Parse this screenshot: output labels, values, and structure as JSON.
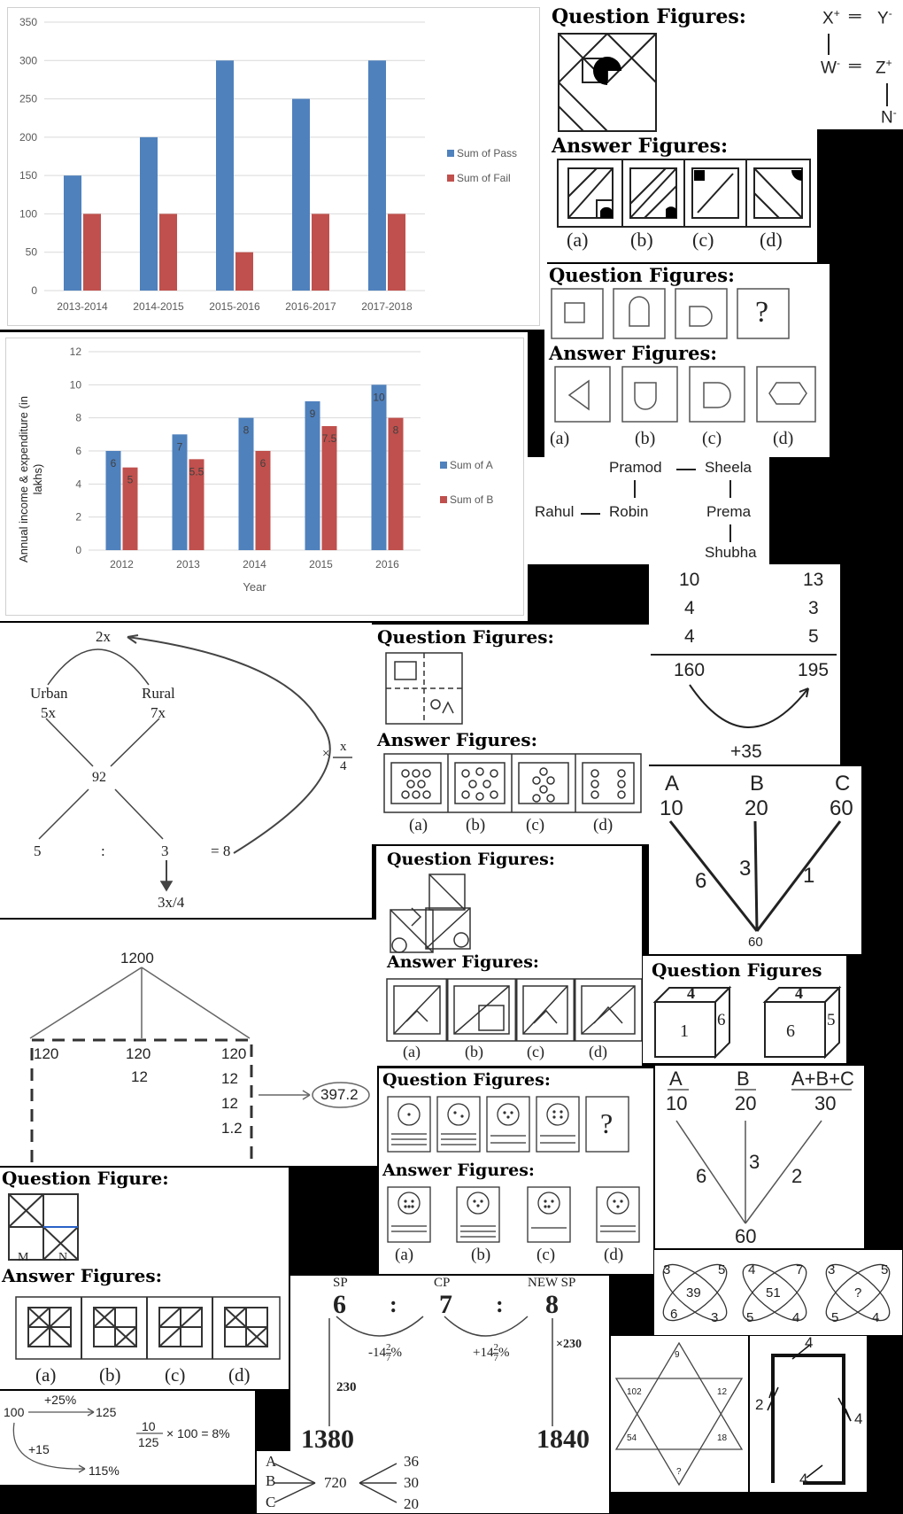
{
  "chart1": {
    "chart_data": {
      "type": "bar",
      "categories": [
        "2013-2014",
        "2014-2015",
        "2015-2016",
        "2016-2017",
        "2017-2018"
      ],
      "series": [
        {
          "name": "Sum of Pass",
          "values": [
            150,
            200,
            300,
            250,
            300
          ],
          "color": "#4f81bd"
        },
        {
          "name": "Sum of Fail",
          "values": [
            100,
            100,
            50,
            100,
            100
          ],
          "color": "#c0504d"
        }
      ],
      "ylim": [
        0,
        350
      ],
      "yticks": [
        "0",
        "50",
        "100",
        "150",
        "200",
        "250",
        "300",
        "350"
      ],
      "legend_position": "right",
      "grid": true
    }
  },
  "chart2": {
    "chart_data": {
      "type": "bar",
      "categories": [
        "2012",
        "2013",
        "2014",
        "2015",
        "2016"
      ],
      "series": [
        {
          "name": "Sum of A",
          "values": [
            6,
            7,
            8,
            9,
            10
          ],
          "labels": [
            "6",
            "7",
            "8",
            "9",
            "10"
          ],
          "color": "#4f81bd"
        },
        {
          "name": "Sum of B",
          "values": [
            5,
            5.5,
            6,
            7.5,
            8
          ],
          "labels": [
            "5",
            "5.5",
            "6",
            "7.5",
            "8"
          ],
          "color": "#c0504d"
        }
      ],
      "ylim": [
        0,
        12
      ],
      "yticks": [
        "0",
        "2",
        "4",
        "6",
        "8",
        "10",
        "12"
      ],
      "xlabel": "Year",
      "ylabel": "Annual income & expenditure (in lakhs)",
      "legend_position": "right",
      "grid": true
    }
  },
  "headings": {
    "question_figures": "Question Figures:",
    "answer_figures": "Answer Figures:",
    "question_figure": "Question Figure:",
    "question_figures_nocolon": "Question Figures",
    "options": [
      "(a)",
      "(b)",
      "(c)",
      "(d)"
    ]
  },
  "relations": {
    "x": "X",
    "y": "Y",
    "w": "W",
    "z": "Z",
    "n": "N",
    "plus": "+",
    "minus": "-",
    "eq": "═"
  },
  "family": {
    "pramod": "Pramod",
    "sheela": "Sheela",
    "rahul": "Rahul",
    "robin": "Robin",
    "prema": "Prema",
    "shubha": "Shubha"
  },
  "ratio_tree": {
    "top": "2x",
    "urban": "Urban",
    "urban_val": "5x",
    "rural": "Rural",
    "rural_val": "7x",
    "center": "92",
    "left": "5",
    "colon": ":",
    "mid": "3",
    "eq": "= 8",
    "bottom": "3x/4",
    "mult": "×",
    "frac_num": "x",
    "frac_den": "4"
  },
  "number_table": {
    "r1": [
      "10",
      "13"
    ],
    "r2": [
      "4",
      "3"
    ],
    "r3": [
      "4",
      "5"
    ],
    "r4": [
      "160",
      "195"
    ],
    "diff": "+35"
  },
  "abc1": {
    "a": "A",
    "b": "B",
    "c": "C",
    "va": "10",
    "vb": "20",
    "vc": "60",
    "la": "6",
    "lb": "3",
    "lc": "1",
    "bottom": "60"
  },
  "cube": {
    "title": "Question Figures",
    "c1_top": "4",
    "c1_front": "1",
    "c1_side": "6",
    "c2_top": "4",
    "c2_front": "6",
    "c2_side": "5"
  },
  "tree1200": {
    "top": "1200",
    "l": "120",
    "m": "120",
    "r": "120",
    "m2": "12",
    "r2": "12",
    "r3": "12",
    "r4": "1.2",
    "result": "397.2"
  },
  "abc2": {
    "a": "A",
    "b": "B",
    "c": "A+B+C",
    "va": "10",
    "vb": "20",
    "vc": "30",
    "la": "6",
    "lb": "3",
    "lc": "2",
    "bottom": "60"
  },
  "flowers": {
    "f1": [
      "3",
      "5",
      "6",
      "3",
      "39"
    ],
    "f2": [
      "4",
      "7",
      "5",
      "4",
      "51"
    ],
    "f3": [
      "3",
      "5",
      "5",
      "4",
      "?"
    ]
  },
  "question_mark": "?",
  "sp_cp": {
    "sp": "SP",
    "cp": "CP",
    "new_sp": "NEW SP",
    "v1": "6",
    "v2": "7",
    "v3": "8",
    "colon": ":",
    "left_pct": "-14",
    "right_pct": "+14",
    "pct_num": "2",
    "pct_den": "7",
    "pct_sign": "%",
    "mult": "×230",
    "mult2": "230",
    "b1": "1380",
    "b2": "1840"
  },
  "star": {
    "top": "9",
    "l": "102",
    "r": "12",
    "bl": "54",
    "br": "18",
    "bottom": "?"
  },
  "square": {
    "top": "4",
    "left": "2",
    "right": "4",
    "bottom": "4"
  },
  "pct": {
    "start": "100",
    "arrow1": "+25%",
    "v1": "125",
    "arrow2": "+15",
    "v2": "115%",
    "num": "10",
    "den": "125",
    "rest": "× 100 = 8%"
  },
  "abc720": {
    "a": "A",
    "b": "B",
    "c": "C",
    "mid": "720",
    "r1": "36",
    "r2": "30",
    "r3": "20"
  }
}
